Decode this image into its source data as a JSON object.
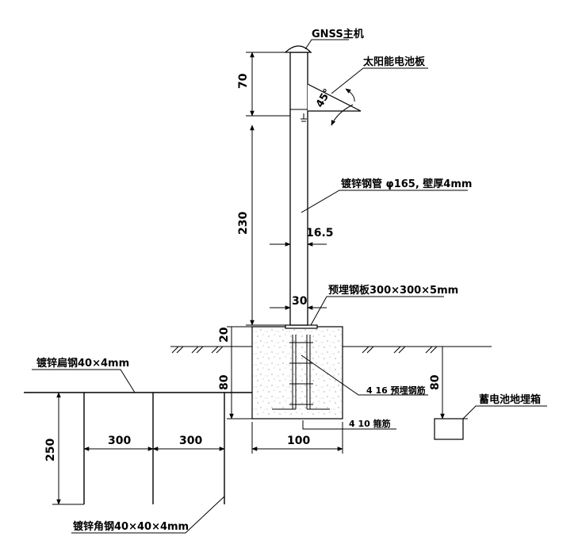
{
  "labels": {
    "gnss_host": "GNSS主机",
    "solar_panel": "太阳能电池板",
    "angle": "45°",
    "steel_pipe": "镀锌钢管 φ165, 壁厚4mm",
    "embedded_plate": "预埋钢板300×300×5mm",
    "flat_steel": "镀锌扁钢40×4mm",
    "rebar_embedded": "4 16 预埋钢筋",
    "rebar_stirrup": "4 10 箍筋",
    "battery_box": "蓄电池地埋箱",
    "angle_steel": "镀锌角钢40×40×4mm"
  },
  "dimensions": {
    "mast_top": "70",
    "mast_main": "230",
    "pipe_offset": "16.5",
    "plate_offset": "30",
    "above_ground": "20",
    "foundation_depth": "80",
    "battery_depth": "80",
    "foundation_width": "100",
    "spacing_1": "300",
    "spacing_2": "300",
    "rod_length": "250"
  }
}
